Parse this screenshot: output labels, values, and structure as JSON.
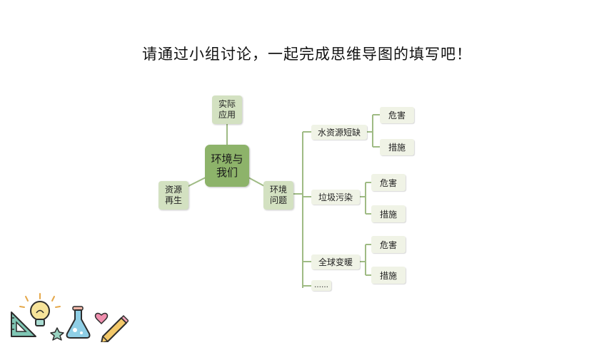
{
  "title": "请通过小组讨论，一起完成思维导图的填写吧！",
  "mindmap": {
    "center": "环境与\n我们",
    "applications": "实际\n应用",
    "recycling": "资源\n再生",
    "issues": "环境\n问题",
    "problems": [
      {
        "label": "水资源短缺",
        "harm": "危害",
        "measures": "措施"
      },
      {
        "label": "垃圾污染",
        "harm": "危害",
        "measures": "措施"
      },
      {
        "label": "全球变暖",
        "harm": "危害",
        "measures": "措施"
      }
    ],
    "more": "……"
  },
  "colors": {
    "center": "#8db36a",
    "node": "#d3e1c1",
    "leaf": "#f0f3e6",
    "line": "#9fbb84"
  },
  "decoration": [
    "ruler-icon",
    "lightbulb-icon",
    "star-icon",
    "flask-icon",
    "heart-icon",
    "pencil-icon"
  ]
}
